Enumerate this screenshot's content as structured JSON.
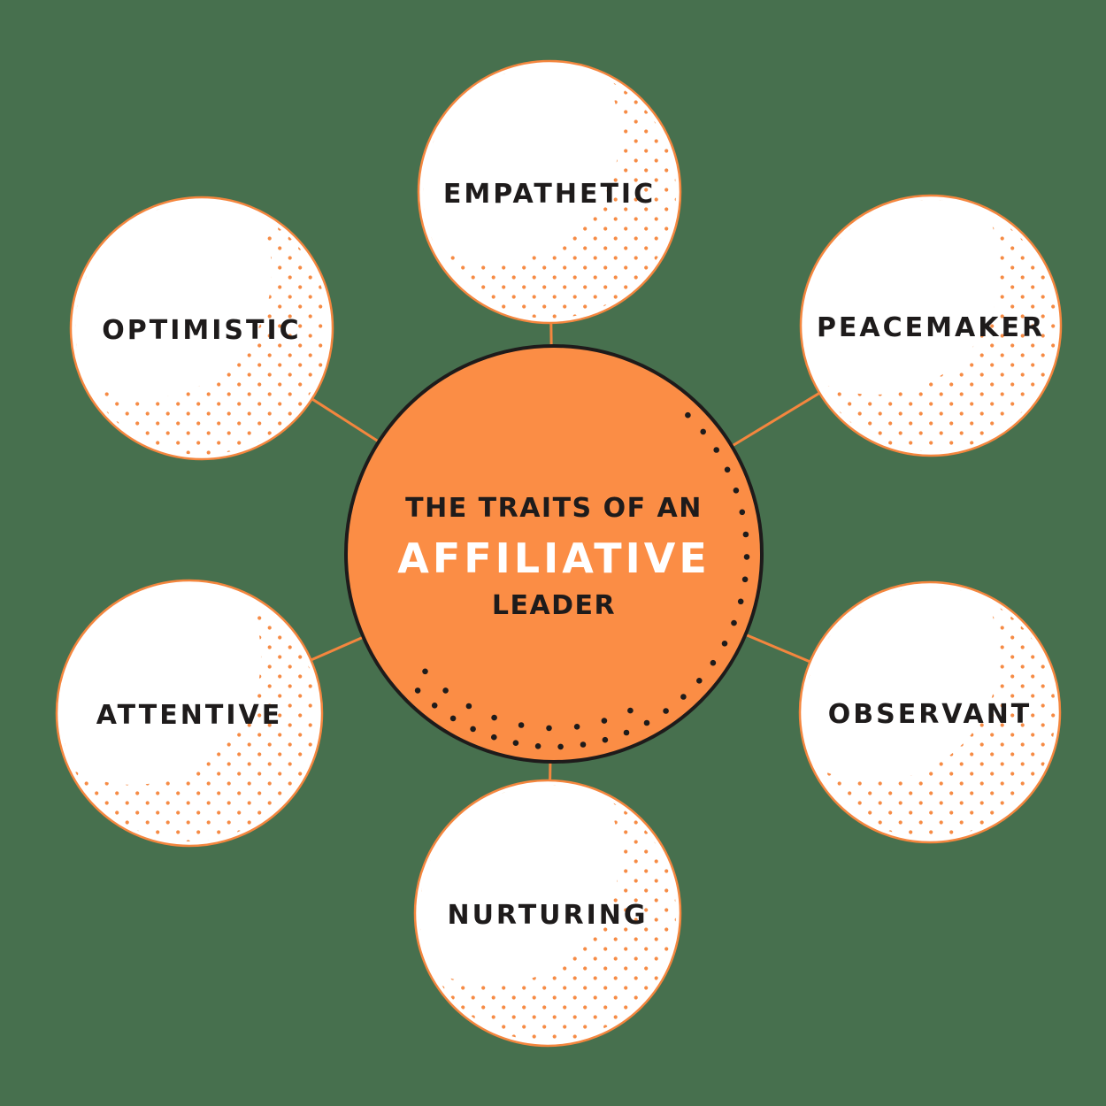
{
  "title": {
    "pre": "THE TRAITS OF AN",
    "main": "AFFILIATIVE",
    "post": "LEADER"
  },
  "traits": [
    {
      "label": "EMPATHETIC",
      "position": "top"
    },
    {
      "label": "PEACEMAKER",
      "position": "top-right"
    },
    {
      "label": "OBSERVANT",
      "position": "bottom-right"
    },
    {
      "label": "NURTURING",
      "position": "bottom"
    },
    {
      "label": "ATTENTIVE",
      "position": "bottom-left"
    },
    {
      "label": "OPTIMISTIC",
      "position": "top-left"
    }
  ],
  "colors": {
    "background": "#47704E",
    "center_fill": "#FB8D45",
    "accent_orange": "#F4863E",
    "dot_orange": "#F68B45",
    "ink": "#1E1B1B",
    "satellite_fill": "#FFFFFF",
    "center_main_text": "#FFFFFF"
  }
}
